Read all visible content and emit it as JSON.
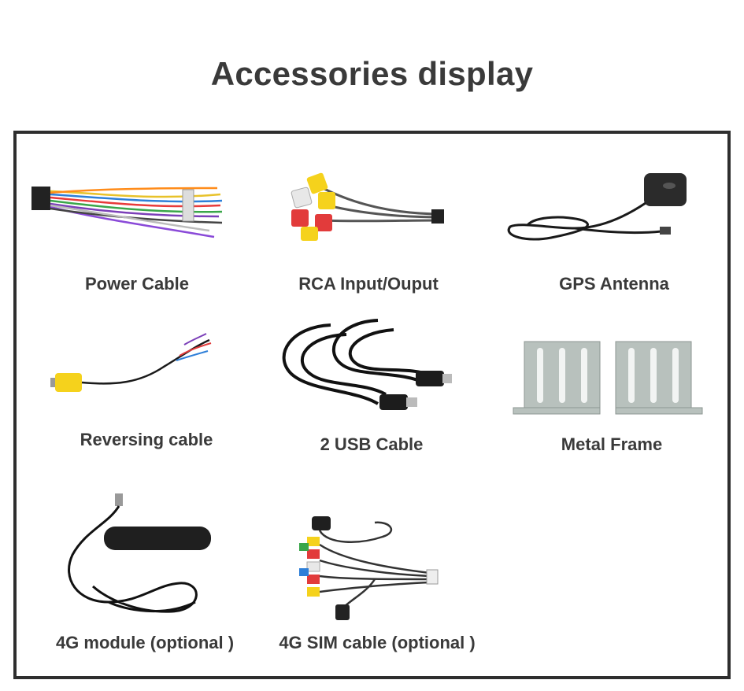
{
  "page": {
    "title": "Accessories display"
  },
  "accessories": [
    {
      "name": "Power Cable"
    },
    {
      "name": "RCA Input/Ouput"
    },
    {
      "name": "GPS Antenna"
    },
    {
      "name": "Reversing cable"
    },
    {
      "name": "2 USB Cable"
    },
    {
      "name": "Metal Frame"
    },
    {
      "name": "4G module (optional )"
    },
    {
      "name": "4G SIM cable (optional )"
    }
  ],
  "colors": {
    "frame_border": "#2e2e2e",
    "text": "#3a3a3a",
    "background": "#ffffff"
  }
}
